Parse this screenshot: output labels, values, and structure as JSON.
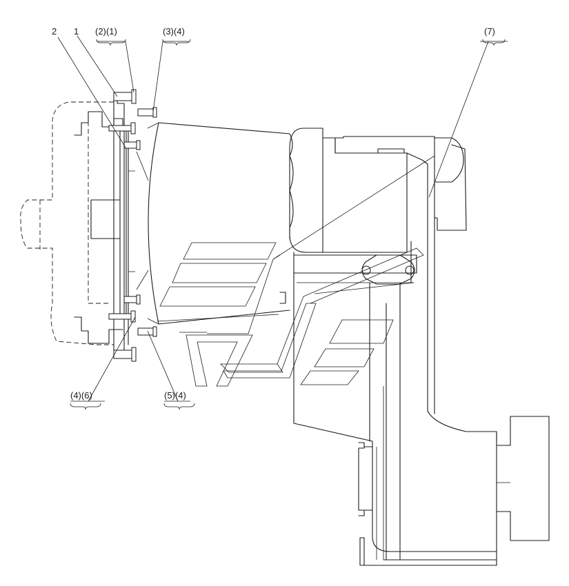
{
  "callouts": {
    "c2": "2",
    "c1": "1",
    "c21": "(2)(1)",
    "c34": "(3)(4)",
    "c7": "(7)",
    "c46": "(4)(6)",
    "c54": "(5)(4)"
  }
}
